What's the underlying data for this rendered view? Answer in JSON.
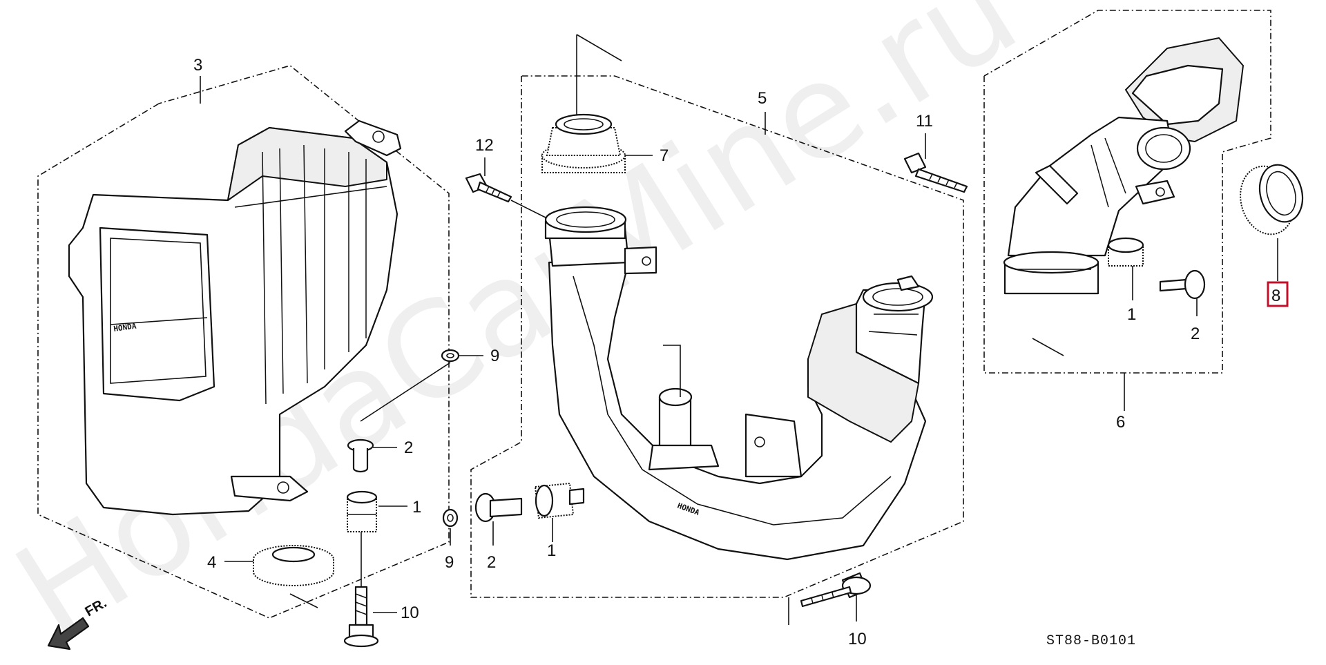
{
  "diagram": {
    "watermark": "HondaCarMine.ru",
    "brand_mark": "HONDA",
    "front_indicator": "FR.",
    "diagram_code": "ST88-B0101",
    "highlight_color": "#c0102a",
    "callouts": {
      "c3": "3",
      "c5": "5",
      "c6": "6",
      "c7": "7",
      "c8": "8",
      "c11": "11",
      "c12": "12",
      "c9a": "9",
      "c9b": "9",
      "c2a": "2",
      "c2b": "2",
      "c2c": "2",
      "c1a": "1",
      "c1b": "1",
      "c1c": "1",
      "c4": "4",
      "c10a": "10",
      "c10b": "10"
    },
    "highlighted_part": "8"
  }
}
